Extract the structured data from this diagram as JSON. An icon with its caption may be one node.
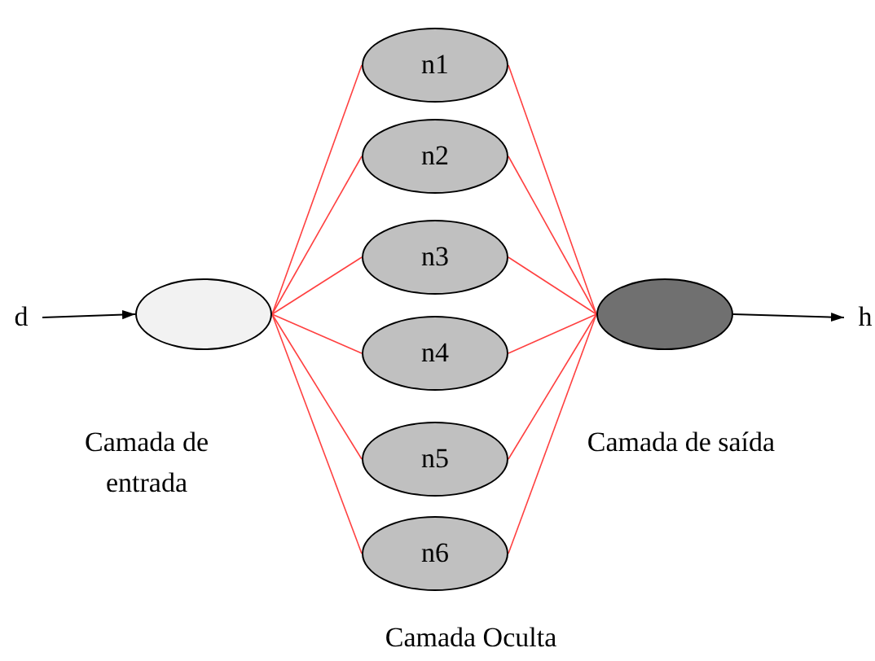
{
  "diagram": {
    "nodes": [
      {
        "text": [
          "d"
        ]
      },
      {
        "text": [],
        "shape": "circle",
        "beside": [
          "Camada de entrada"
        ]
      },
      {
        "text": [
          "n1"
        ]
      },
      {
        "text": [
          "n2"
        ]
      },
      {
        "text": [
          "n3"
        ]
      },
      {
        "text": [
          "n4"
        ]
      },
      {
        "text": [
          "n5"
        ]
      },
      {
        "text": [
          "n6"
        ]
      },
      {
        "text": [],
        "shape": "circle",
        "beside": [
          "Camada de saída"
        ]
      },
      {
        "text": [
          "h"
        ]
      }
    ],
    "edges": [
      {
        "from": 0,
        "to": 1,
        "arrow": "to",
        "color": "#000000"
      },
      {
        "from": 1,
        "to": 2,
        "arrow": "none"
      },
      {
        "from": 1,
        "to": 3,
        "arrow": "none"
      },
      {
        "from": 1,
        "to": 4,
        "arrow": "none"
      },
      {
        "from": 1,
        "to": 5,
        "arrow": "none"
      },
      {
        "from": 1,
        "to": 6,
        "arrow": "none"
      },
      {
        "from": 1,
        "to": 7,
        "arrow": "none"
      },
      {
        "from": 2,
        "to": 8,
        "arrow": "none"
      },
      {
        "from": 3,
        "to": 8,
        "arrow": "none"
      },
      {
        "from": 4,
        "to": 8,
        "arrow": "none"
      },
      {
        "from": 5,
        "to": 8,
        "arrow": "none"
      },
      {
        "from": 6,
        "to": 8,
        "arrow": "none"
      },
      {
        "from": 7,
        "to": 8,
        "arrow": "none"
      },
      {
        "from": 8,
        "to": 9,
        "arrow": "to",
        "color": "#000000"
      }
    ],
    "labels": [
      "Camada Oculta"
    ]
  }
}
